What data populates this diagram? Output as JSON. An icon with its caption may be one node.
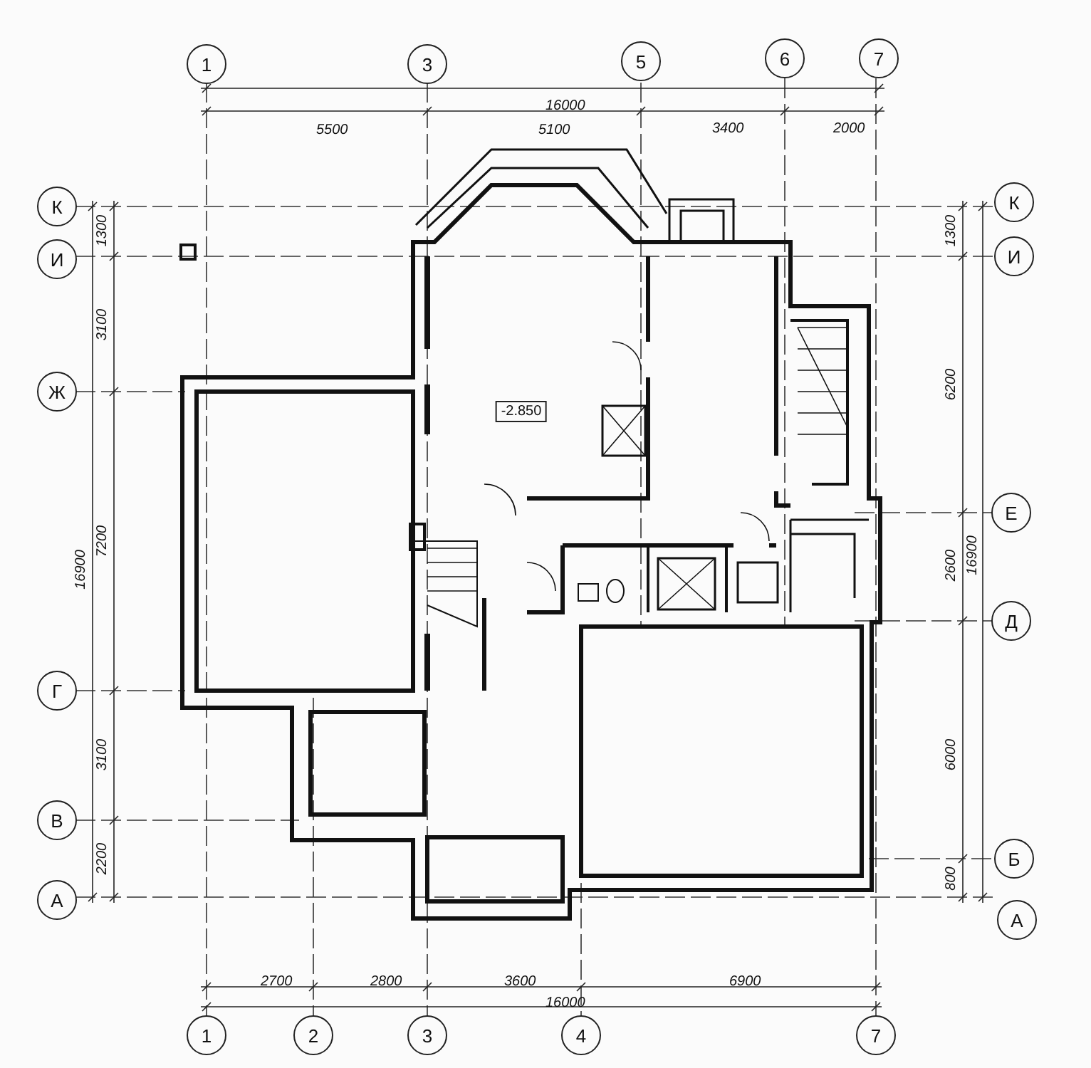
{
  "diagram": {
    "nodes": [
      {
        "text": [
          "1"
        ]
      },
      {
        "text": [
          "3"
        ]
      },
      {
        "text": [
          "5"
        ]
      },
      {
        "text": [
          "6"
        ]
      },
      {
        "text": [
          "7"
        ]
      },
      {
        "text": [
          "К"
        ]
      },
      {
        "text": [
          "К"
        ]
      },
      {
        "text": [
          "И"
        ]
      },
      {
        "text": [
          "И"
        ]
      },
      {
        "text": [
          "Ж"
        ]
      },
      {
        "text": [
          "-2.850"
        ]
      },
      {
        "text": [
          "Е"
        ]
      },
      {
        "text": [
          "Д"
        ]
      },
      {
        "text": [
          "Г"
        ]
      },
      {
        "text": [
          "В"
        ]
      },
      {
        "text": [
          "Б"
        ]
      },
      {
        "text": [
          "А"
        ]
      },
      {
        "text": [
          "А"
        ]
      },
      {
        "text": [
          "1"
        ]
      },
      {
        "text": [
          "2"
        ]
      },
      {
        "text": [
          "3"
        ]
      },
      {
        "text": [
          "4"
        ]
      },
      {
        "text": [
          "7"
        ]
      }
    ],
    "labels": [
      "16000",
      "5500",
      "5100",
      "3400",
      "2000",
      "1300",
      "1300",
      "3100",
      "6200",
      "7200",
      "16900",
      "2600",
      "16900",
      "3100",
      "6000",
      "2200",
      "800",
      "2700",
      "2800",
      "3600",
      "6900",
      "16000"
    ]
  }
}
